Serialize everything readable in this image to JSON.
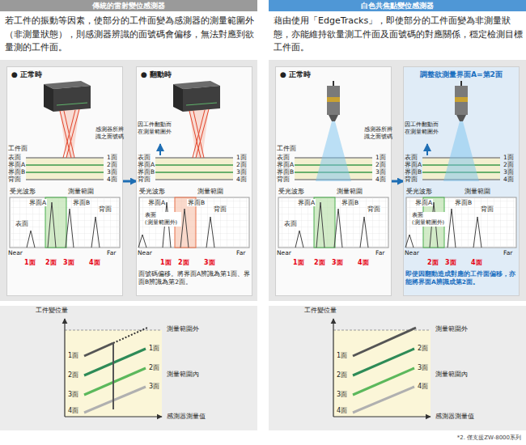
{
  "diagram": {
    "nodes": [
      {
        "text": [
          "傳統的雷射變位感測器"
        ]
      },
      {
        "text": [
          "白色共焦點變位感測器"
        ]
      },
      {
        "text": [
          "● 正常時"
        ]
      },
      {
        "text": [
          "● 翻動時"
        ]
      },
      {
        "text": [
          "● 正常時"
        ]
      },
      {
        "text": [
          "調整欲測量界面A=第2面"
        ]
      }
    ],
    "edges": [
      {
        "from": 2,
        "to": 3,
        "arrow": "to"
      },
      {
        "from": 4,
        "to": 5,
        "arrow": "to"
      }
    ],
    "labels": [
      "若工件的振動等因素，使部分的工件面變為感測器的測量範圍外（非測量狀態），則感測器辨識的面號碼會偏移，無法對應到欲量測的工件面。",
      "藉由使用「EdgeTracks」，即使部分的工件面變為非測量狀態，亦能維持欲量測工件面及面號碼的對應關係，穩定檢測目標工件面。",
      "感測器所辨識之面號碼",
      "工件面",
      "表面",
      "界面A",
      "界面B",
      "背面",
      "1面",
      "2面",
      "3面",
      "4面",
      "受光波形",
      "測量範圍",
      "界面A",
      "界面B",
      "背面",
      "表面",
      "Near",
      "Far",
      "1面",
      "2面",
      "3面",
      "4面",
      "因工件翻動而在測量範圍外",
      "表面",
      "界面A",
      "界面B",
      "背面",
      "1面",
      "2面",
      "3面",
      "4面",
      "受光波形",
      "測量範圍",
      "界面A",
      "界面B",
      "背面",
      "表面 (測量範圍外)",
      "Near",
      "Far",
      "1面",
      "2面",
      "3面",
      "面號碼偏移。將界面A辨識為第1面、界面B辨識為第2面。",
      "感測器所辨識之面號碼",
      "工件面",
      "表面",
      "界面A",
      "界面B",
      "背面",
      "1面",
      "2面",
      "3面",
      "4面",
      "受光波形",
      "測量範圍",
      "界面A",
      "界面B",
      "背面",
      "表面",
      "Near",
      "Far",
      "1面",
      "2面",
      "3面",
      "4面",
      "因工件翻動而在測量範圍外",
      "表面",
      "界面A",
      "界面B",
      "背面",
      "1面",
      "2面",
      "3面",
      "4面",
      "受光波形",
      "測量範圍",
      "界面A",
      "界面B",
      "背面",
      "表面 (測量範圍外)",
      "Near",
      "Far",
      "2面",
      "3面",
      "4面",
      "即使因翻動造成對應的工件面偏移，亦能將界面A辨識成第2面。",
      "工件變位量",
      "測量範圍外",
      "測量範圍內",
      "感測器測量值",
      "1面",
      "2面",
      "3面",
      "4面",
      "1面",
      "2面",
      "3面",
      "工件變位量",
      "測量範圍外",
      "測量範圍內",
      "感測器測量值",
      "1面",
      "2面",
      "3面",
      "4面",
      "2面",
      "3面",
      "4面",
      "*2. 僅支援ZW-8000系列"
    ]
  }
}
